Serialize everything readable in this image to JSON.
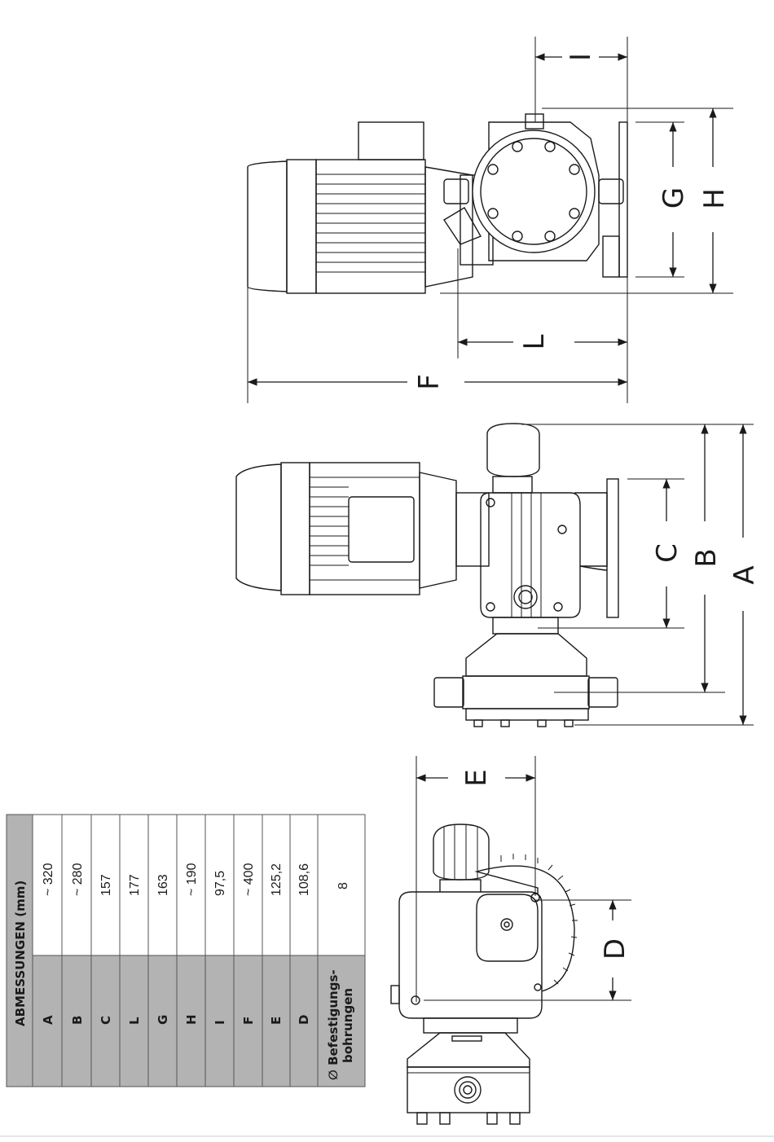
{
  "table": {
    "title": "ABMESSUNGEN (mm)",
    "rows": [
      {
        "key": "A",
        "value": "~ 320"
      },
      {
        "key": "B",
        "value": "~ 280"
      },
      {
        "key": "C",
        "value": "157"
      },
      {
        "key": "L",
        "value": "177"
      },
      {
        "key": "G",
        "value": "163"
      },
      {
        "key": "H",
        "value": "~ 190"
      },
      {
        "key": "I",
        "value": "97,5"
      },
      {
        "key": "F",
        "value": "~ 400"
      },
      {
        "key": "E",
        "value": "125,2"
      },
      {
        "key": "D",
        "value": "108,6"
      }
    ],
    "holes_label_line1": "∅ Befestigungs-",
    "holes_label_line2": "bohrungen",
    "holes_value": "8"
  },
  "dimension_labels": {
    "A": "A",
    "B": "B",
    "C": "C",
    "D": "D",
    "E": "E",
    "F": "F",
    "G": "G",
    "H": "H",
    "I": "I",
    "L": "L"
  }
}
